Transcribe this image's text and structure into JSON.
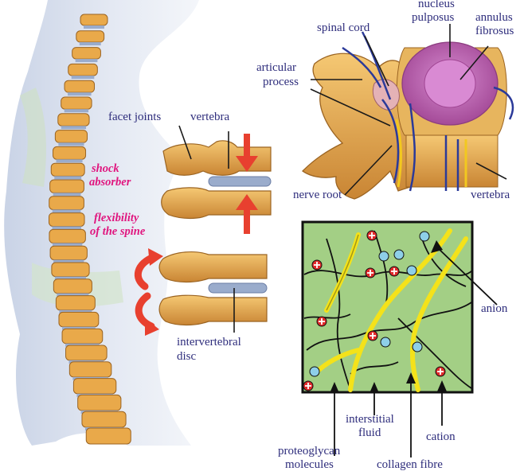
{
  "labels": {
    "facet_joints": "facet joints",
    "vertebra_left": "vertebra",
    "shock_1": "shock",
    "shock_2": "absorber",
    "flex_1": "flexibility",
    "flex_2": "of the spine",
    "intervertebral_1": "intervertebral",
    "intervertebral_2": "disc",
    "spinal_cord": "spinal cord",
    "nucleus_1": "nucleus",
    "nucleus_2": "pulposus",
    "annulus_1": "annulus",
    "annulus_2": "fibrosus",
    "articular_1": "articular",
    "articular_2": "process",
    "nerve_root": "nerve root",
    "vertebra_right": "vertebra",
    "anion": "anion",
    "interstitial_1": "interstitial",
    "interstitial_2": "fluid",
    "cation": "cation",
    "proteoglycan_1": "proteoglycan",
    "proteoglycan_2": "molecules",
    "collagen": "collagen fibre"
  },
  "colors": {
    "label_text": "#2e2d7c",
    "emphasis_text": "#e0157e",
    "arrow_red": "#e8402f",
    "matrix_fill": "#a3cf85",
    "collagen_fibre": "#f4e21a",
    "bone": "#e9a94a",
    "disc_blue": "#9aaccc",
    "nucleus_pink": "#c95fb4",
    "cation_fill": "#e12a2a",
    "anion_fill": "#8ecfe8"
  },
  "icons": {
    "cation_symbol": "plus-in-red-circle",
    "anion_symbol": "light-blue-circle"
  }
}
